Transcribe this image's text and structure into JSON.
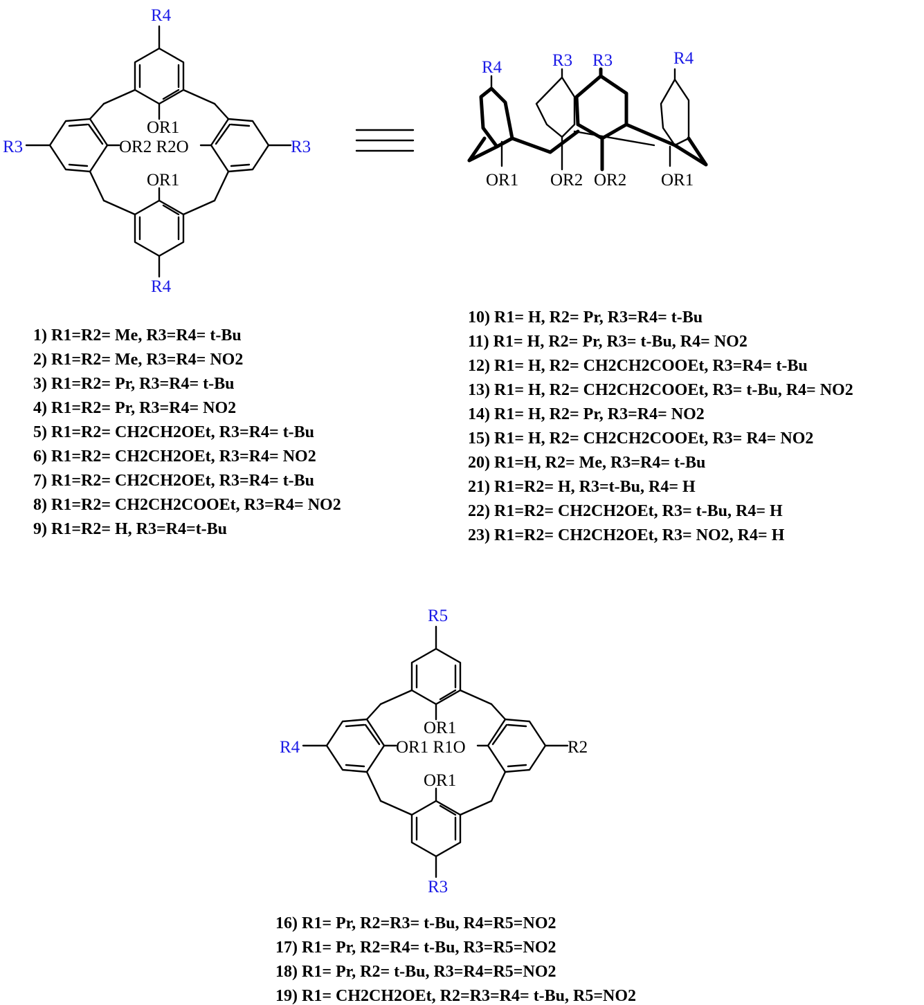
{
  "structure_a": {
    "top": "R4",
    "left": "R3",
    "right": "R3",
    "bottom": "R4",
    "or_top": "OR1",
    "or_center": "OR2 R2O",
    "or_bottom": "OR1"
  },
  "equivalence_symbol": "≡",
  "structure_b": {
    "subs": [
      "R4",
      "R3",
      "R3",
      "R4"
    ],
    "oxy": [
      "OR1",
      "OR2",
      "OR2",
      "OR1"
    ]
  },
  "structure_c": {
    "top": "R5",
    "left": "R4",
    "right": "R2",
    "bottom": "R3",
    "or_top": "OR1",
    "or_center": "OR1 R1O",
    "or_bottom": "OR1"
  },
  "list_left": [
    "1) R1=R2= Me, R3=R4= t-Bu",
    "2) R1=R2= Me, R3=R4= NO2",
    "3) R1=R2= Pr, R3=R4= t-Bu",
    "4) R1=R2= Pr, R3=R4= NO2",
    "5) R1=R2= CH2CH2OEt, R3=R4= t-Bu",
    "6) R1=R2= CH2CH2OEt, R3=R4= NO2",
    "7) R1=R2= CH2CH2OEt, R3=R4= t-Bu",
    "8) R1=R2= CH2CH2COOEt, R3=R4= NO2",
    "9) R1=R2= H, R3=R4=t-Bu"
  ],
  "list_right": [
    "10) R1= H, R2= Pr, R3=R4= t-Bu",
    "11) R1= H, R2= Pr, R3= t-Bu, R4= NO2",
    "12) R1= H, R2= CH2CH2COOEt, R3=R4= t-Bu",
    "13) R1= H, R2= CH2CH2COOEt, R3= t-Bu, R4= NO2",
    "14) R1= H, R2= Pr, R3=R4= NO2",
    "15) R1= H, R2= CH2CH2COOEt, R3= R4= NO2",
    "20) R1=H, R2= Me, R3=R4= t-Bu",
    "21) R1=R2= H, R3=t-Bu, R4= H",
    "22) R1=R2= CH2CH2OEt, R3= t-Bu, R4= H",
    "23) R1=R2= CH2CH2OEt, R3= NO2, R4= H"
  ],
  "list_bottom": [
    "16) R1= Pr, R2=R3= t-Bu, R4=R5=NO2",
    "17) R1= Pr, R2=R4= t-Bu, R3=R5=NO2",
    "18) R1= Pr, R2= t-Bu, R3=R4=R5=NO2",
    "19) R1=  CH2CH2OEt, R2=R3=R4= t-Bu, R5=NO2"
  ],
  "colors": {
    "substituent": "#1a1ae6",
    "nitro": "#e31b1b",
    "text": "#000000"
  }
}
